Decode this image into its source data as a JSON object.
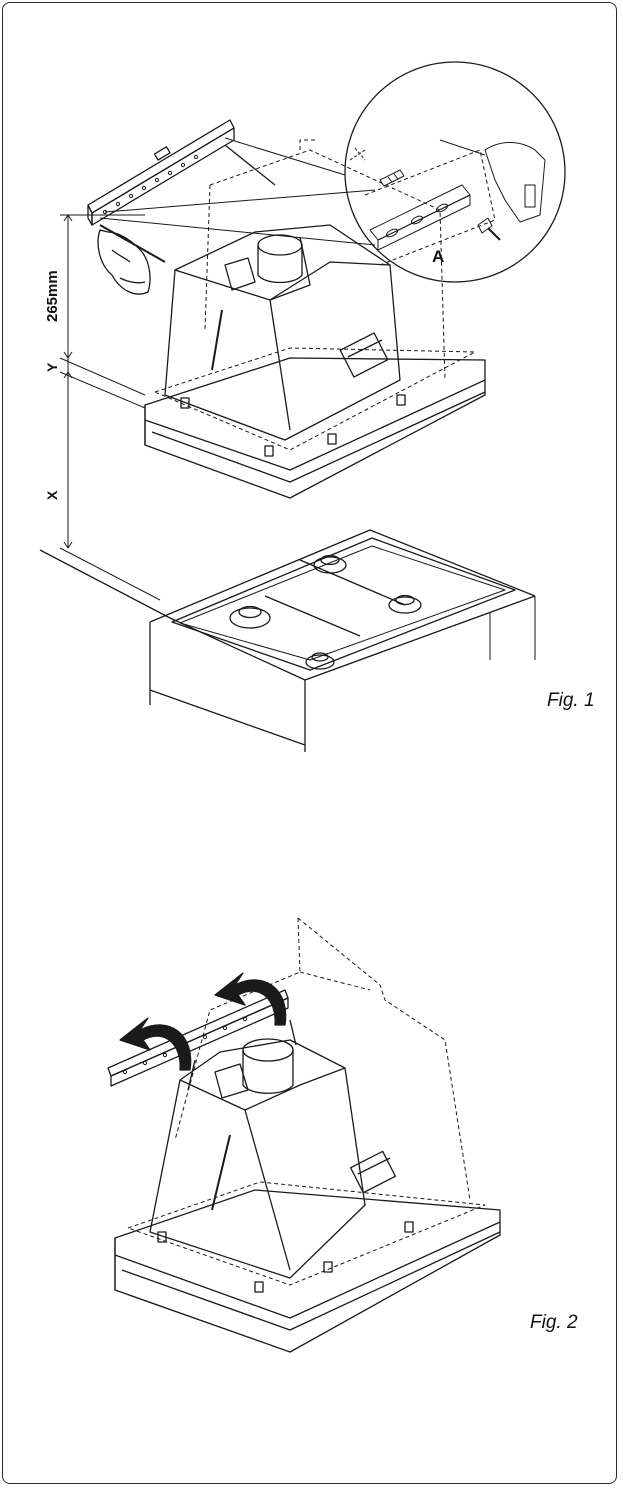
{
  "figure1": {
    "caption": "Fig. 1",
    "dim_265": "265mm",
    "dim_y": "Y",
    "dim_x": "X",
    "detail_label": "A"
  },
  "figure2": {
    "caption": "Fig. 2"
  }
}
